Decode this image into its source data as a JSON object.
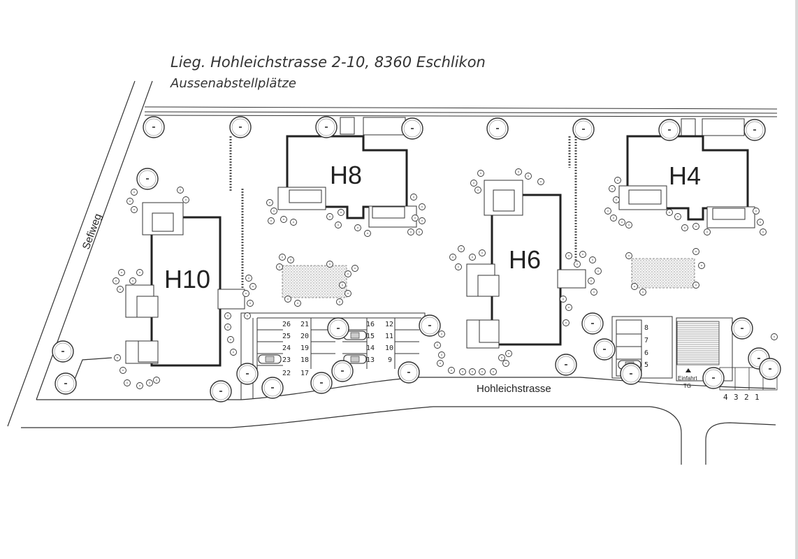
{
  "title": {
    "line1": "Lieg. Hohleichstrasse 2-10, 8360 Eschlikon",
    "line2": "Aussenabstellplätze"
  },
  "houses": {
    "h10": "H10",
    "h8": "H8",
    "h6": "H6",
    "h4": "H4"
  },
  "streets": {
    "main": "Hohleichstrasse",
    "side": "Sefiweg"
  },
  "garage": {
    "label_line1": "Einfahrt",
    "label_line2": "TG"
  },
  "parking": {
    "west": {
      "col1": [
        "26",
        "25",
        "24",
        "23",
        "22"
      ],
      "col2": [
        "21",
        "20",
        "19",
        "18",
        "17"
      ],
      "col3": [
        "16",
        "15",
        "14",
        "13"
      ],
      "col4": [
        "12",
        "11",
        "10",
        "9"
      ]
    },
    "east": [
      "8",
      "7",
      "6",
      "5"
    ],
    "bottom": [
      "4",
      "3",
      "2",
      "1"
    ]
  }
}
